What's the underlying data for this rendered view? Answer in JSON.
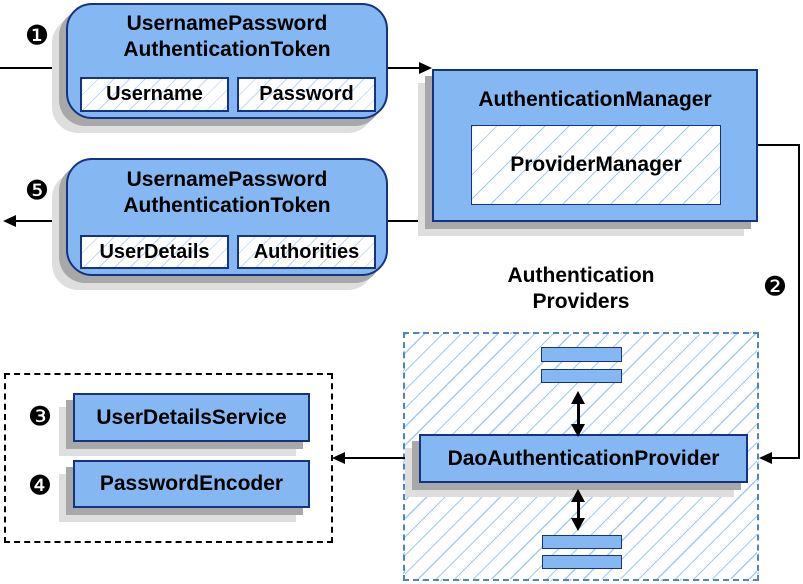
{
  "diagram": {
    "badges": {
      "step1": "❶",
      "step2": "❷",
      "step3": "❸",
      "step4": "❹",
      "step5": "❺"
    },
    "request_token": {
      "title_line1": "UsernamePassword",
      "title_line2": "AuthenticationToken",
      "fields": [
        "Username",
        "Password"
      ]
    },
    "authentication_manager": {
      "title": "AuthenticationManager",
      "inner": "ProviderManager"
    },
    "response_token": {
      "title_line1": "UsernamePassword",
      "title_line2": "AuthenticationToken",
      "fields": [
        "UserDetails",
        "Authorities"
      ]
    },
    "providers_group": {
      "title_line1": "Authentication",
      "title_line2": "Providers",
      "provider": "DaoAuthenticationProvider"
    },
    "services_group": {
      "items": [
        "UserDetailsService",
        "PasswordEncoder"
      ]
    },
    "colors": {
      "box_fill": "#85b8f3",
      "box_border": "#16337e",
      "hatch_line": "#a5c8f2",
      "dashed_border": "#4d84c4",
      "shadow_dark": "#a8a8a8",
      "shadow_light": "#dedede",
      "connector": "#000000"
    }
  }
}
